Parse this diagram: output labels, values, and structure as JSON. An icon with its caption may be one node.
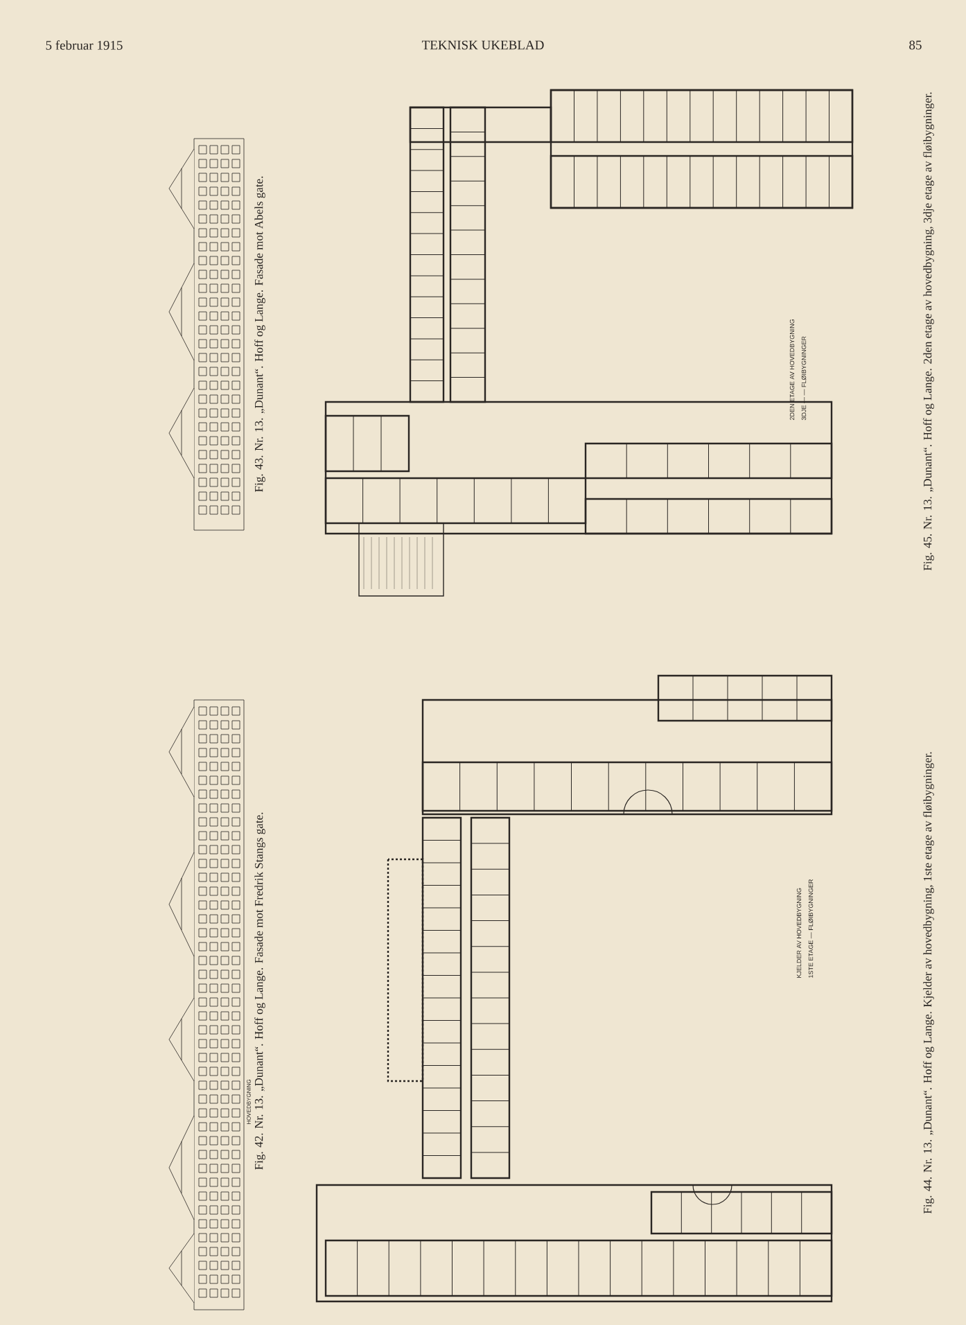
{
  "diagram": {
    "labels": [
      "5 februar 1915",
      "TEKNISK UKEBLAD",
      "85",
      "Fig. 43. Nr. 13. „Dunant“. Hoff og Lange. Fasade mot Abels gate.",
      "Fig. 42. Nr. 13. „Dunant“. Hoff og Lange. Fasade mot Fredrik Stangs gate.",
      "HOVEDBYGNING",
      "Fig. 45. Nr. 13. „Dunant“. Hoff og Lange. 2den etage av hovedbygning, 3dje etage av fløibygninger.",
      "Fig. 44. Nr. 13. „Dunant“. Hoff og Lange. Kjelder av hovedbygning, 1ste etage av fløibygninger.",
      "2DEN ETAGE AV HOVEDBYGNING",
      "3DJE — — FLØIBYGNINGER",
      "KJELDER AV HOVEDBYGNING",
      "1STE ETAGE — FLØIBYGNINGER"
    ]
  }
}
